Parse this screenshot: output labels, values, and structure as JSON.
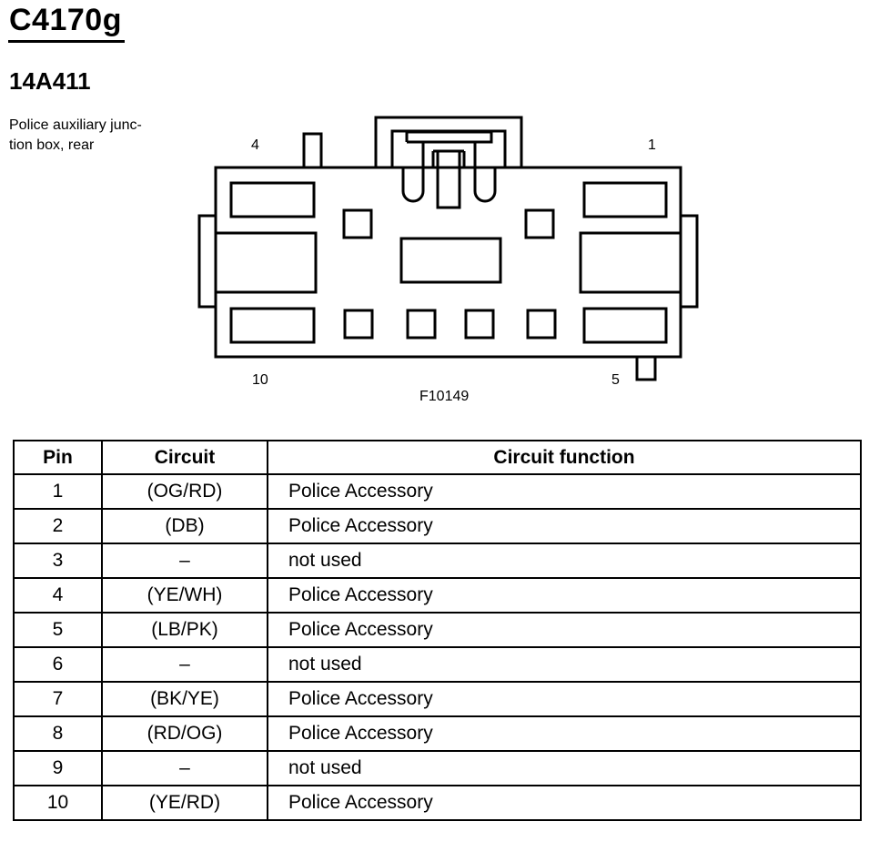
{
  "connector": {
    "id": "C4170g",
    "part_number": "14A411",
    "description_lines": [
      "Police auxiliary junc-",
      "tion box, rear"
    ],
    "pin_labels": {
      "top_left": "4",
      "top_right": "1",
      "bottom_left": "10",
      "bottom_right": "5"
    },
    "figure_id": "F10149"
  },
  "table": {
    "headers": [
      "Pin",
      "Circuit",
      "Circuit function"
    ],
    "rows": [
      {
        "pin": "1",
        "circuit": "(OG/RD)",
        "function": "Police Accessory"
      },
      {
        "pin": "2",
        "circuit": "(DB)",
        "function": "Police Accessory"
      },
      {
        "pin": "3",
        "circuit": "–",
        "function": "not used"
      },
      {
        "pin": "4",
        "circuit": "(YE/WH)",
        "function": "Police Accessory"
      },
      {
        "pin": "5",
        "circuit": "(LB/PK)",
        "function": "Police Accessory"
      },
      {
        "pin": "6",
        "circuit": "–",
        "function": "not used"
      },
      {
        "pin": "7",
        "circuit": "(BK/YE)",
        "function": "Police Accessory"
      },
      {
        "pin": "8",
        "circuit": "(RD/OG)",
        "function": "Police Accessory"
      },
      {
        "pin": "9",
        "circuit": "–",
        "function": "not used"
      },
      {
        "pin": "10",
        "circuit": "(YE/RD)",
        "function": "Police Accessory"
      }
    ]
  }
}
